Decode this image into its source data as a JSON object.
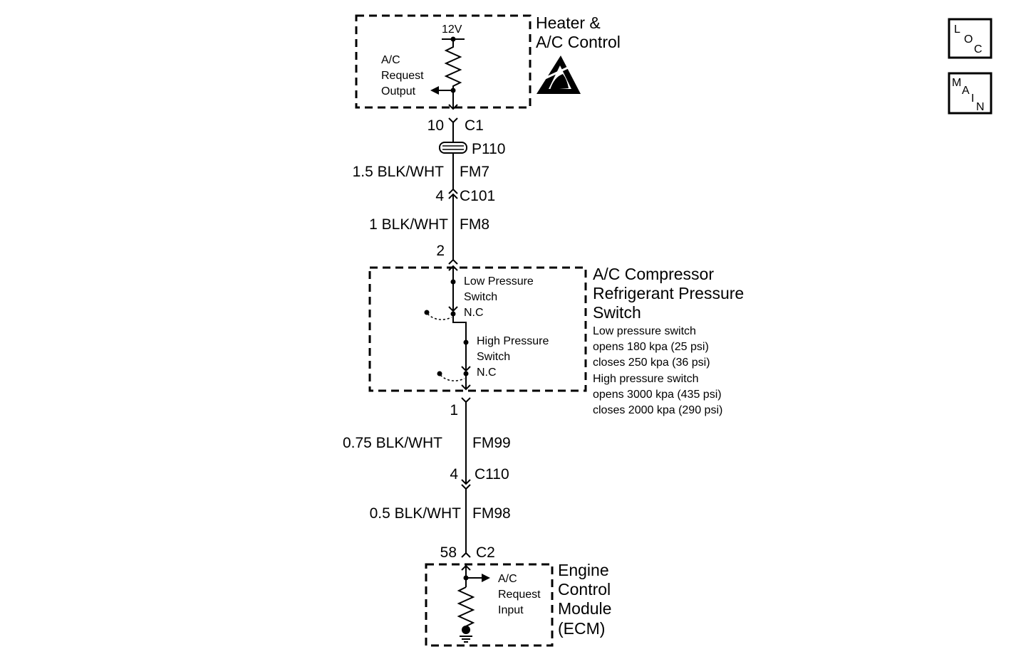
{
  "heater_control": {
    "title_line1": "Heater &",
    "title_line2": "A/C Control",
    "voltage": "12V",
    "output_line1": "A/C",
    "output_line2": "Request",
    "output_line3": "Output",
    "esd_icon": "electrostatic-discharge-warning-icon"
  },
  "connectors": {
    "c1_pin": "10",
    "c1_name": "C1",
    "p110_name": "P110",
    "c101_pin": "4",
    "c101_name": "C101",
    "switch_top_pin": "2",
    "switch_bottom_pin": "1",
    "c110_pin": "4",
    "c110_name": "C110",
    "c2_pin": "58",
    "c2_name": "C2"
  },
  "wires": [
    {
      "spec": "1.5 BLK/WHT",
      "circuit": "FM7"
    },
    {
      "spec": "1 BLK/WHT",
      "circuit": "FM8"
    },
    {
      "spec": "0.75 BLK/WHT",
      "circuit": "FM99"
    },
    {
      "spec": "0.5 BLK/WHT",
      "circuit": "FM98"
    }
  ],
  "pressure_switch": {
    "title_line1": "A/C Compressor",
    "title_line2": "Refrigerant Pressure",
    "title_line3": "Switch",
    "low_line1": "Low Pressure",
    "low_line2": "Switch",
    "low_state": "N.C",
    "high_line1": "High Pressure",
    "high_line2": "Switch",
    "high_state": "N.C",
    "specs": [
      "Low pressure switch",
      "opens 180 kpa (25 psi)",
      "closes 250 kpa (36 psi)",
      "High pressure switch",
      "opens 3000 kpa (435 psi)",
      "closes 2000 kpa (290 psi)"
    ]
  },
  "ecm": {
    "title_line1": "Engine",
    "title_line2": "Control",
    "title_line3": "Module",
    "title_line4": "(ECM)",
    "input_line1": "A/C",
    "input_line2": "Request",
    "input_line3": "Input"
  },
  "nav": {
    "loc_l": "L",
    "loc_o": "O",
    "loc_c": "C",
    "main_m": "M",
    "main_a": "A",
    "main_i": "I",
    "main_n": "N"
  }
}
